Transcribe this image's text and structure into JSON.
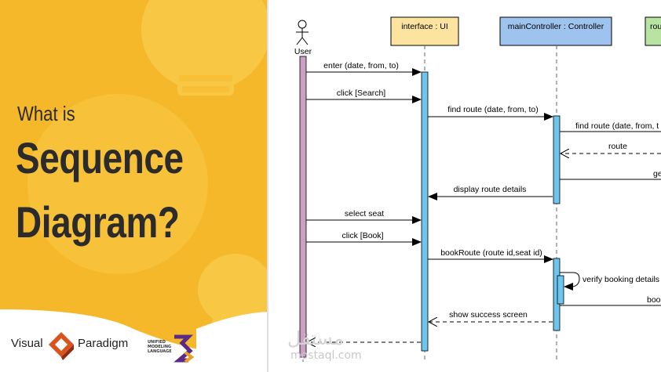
{
  "banner": {
    "title_line1": "What is",
    "title_line2": "Sequence",
    "title_line3": "Diagram?",
    "brand_part1": "Visual",
    "brand_part2": "Paradigm",
    "uml_logo_text": "UNIFIED MODELING LANGUAGE",
    "background_color": "#f5b82a",
    "bulb_color": "#f8c845"
  },
  "diagram": {
    "actor_label": "User",
    "lifelines": {
      "ui": "interface : UI",
      "controller": "mainController : Controller",
      "third": "rou"
    },
    "colors": {
      "ui_head": "#fde3a0",
      "controller_head": "#9fc3ef",
      "third_head": "#b9e3a3",
      "activation": "#6ec6f0",
      "user_activation": "#cc9fc4"
    },
    "messages": [
      {
        "id": "m1",
        "label": "enter (date, from, to)"
      },
      {
        "id": "m2",
        "label": "click [Search]"
      },
      {
        "id": "m3",
        "label": "find route (date, from, to)"
      },
      {
        "id": "m4",
        "label": "find route (date, from, t"
      },
      {
        "id": "m5",
        "label": "route"
      },
      {
        "id": "m6",
        "label": "ge"
      },
      {
        "id": "m7",
        "label": "display route details"
      },
      {
        "id": "m8",
        "label": "select seat"
      },
      {
        "id": "m9",
        "label": "click [Book]"
      },
      {
        "id": "m10",
        "label": "bookRoute (route id,seat id)"
      },
      {
        "id": "m11",
        "label": "verify booking details"
      },
      {
        "id": "m12",
        "label": "boo"
      },
      {
        "id": "m13",
        "label": "show success screen"
      }
    ]
  },
  "watermark": {
    "text": "mostaql.com",
    "arabic": "مستقل"
  }
}
